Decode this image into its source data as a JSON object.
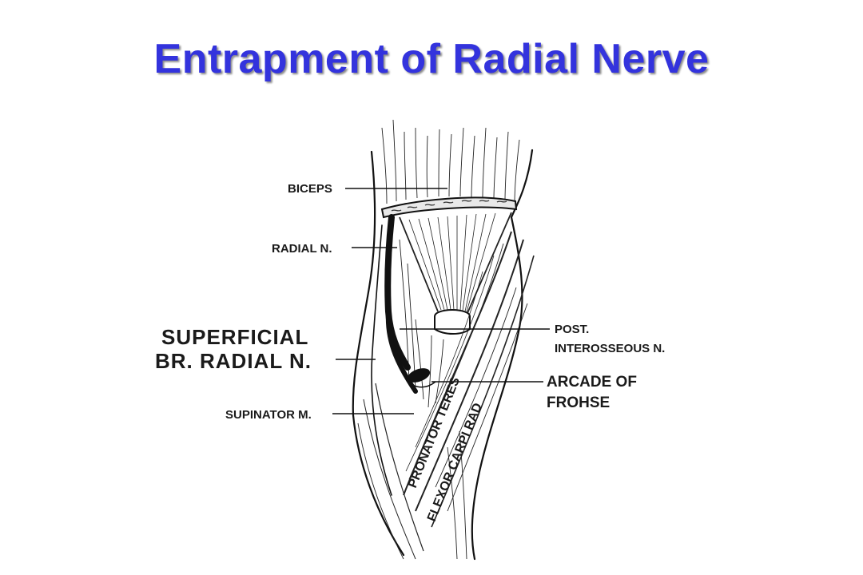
{
  "slide": {
    "title": "Entrapment of Radial Nerve"
  },
  "diagram": {
    "labels": {
      "biceps": "BICEPS",
      "radial_n": "RADIAL N.",
      "superficial_line1": "SUPERFICIAL",
      "superficial_line2": "BR. RADIAL N.",
      "supinator": "SUPINATOR M.",
      "post_line1": "POST.",
      "post_line2": "INTEROSSEOUS N.",
      "arcade_line1": "ARCADE OF",
      "arcade_line2": "FROHSE",
      "pronator_teres": "PRONATOR TERES",
      "flexor_carpi_rad": "FLEXOR CARPI RAD"
    }
  }
}
